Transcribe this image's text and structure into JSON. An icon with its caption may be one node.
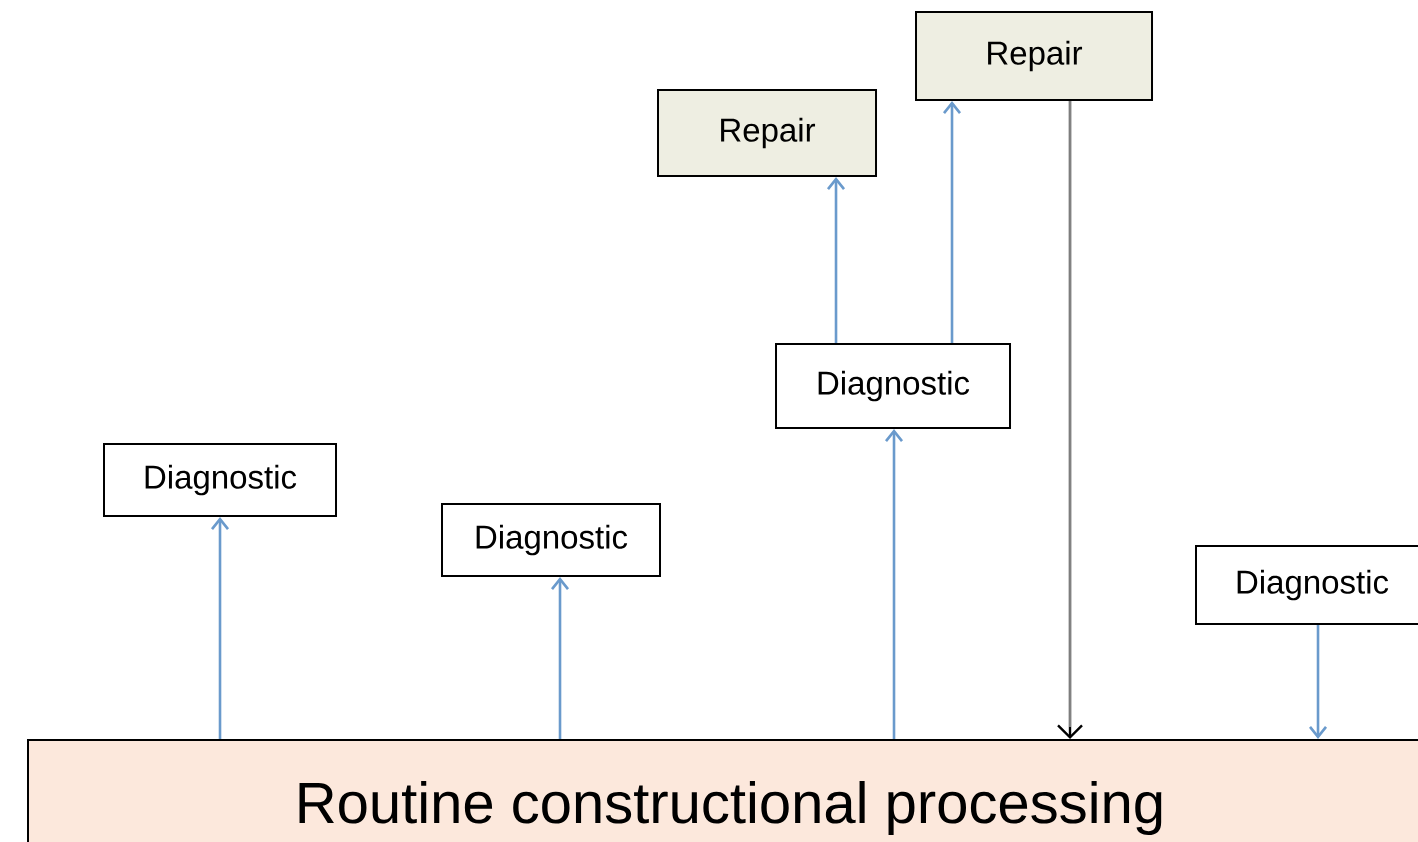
{
  "diagram": {
    "nodes": [
      {
        "text": [
          "Routine constructional processing"
        ]
      },
      {
        "text": [
          "Diagnostic"
        ]
      },
      {
        "text": [
          "Diagnostic"
        ]
      },
      {
        "text": [
          "Repair"
        ]
      },
      {
        "text": [
          "Repair"
        ]
      },
      {
        "text": [
          "Diagnostic"
        ]
      },
      {
        "text": [
          "Diagnostic"
        ]
      }
    ],
    "edges": [
      {
        "from": 0,
        "to": 1,
        "arrow": "to"
      },
      {
        "from": 0,
        "to": 2,
        "arrow": "to"
      },
      {
        "from": 0,
        "to": 5,
        "arrow": "to"
      },
      {
        "from": 5,
        "to": 3,
        "arrow": "to"
      },
      {
        "from": 5,
        "to": 4,
        "arrow": "to"
      },
      {
        "from": 4,
        "to": 0,
        "arrow": "to",
        "color": "#000000"
      },
      {
        "from": 6,
        "to": 0,
        "arrow": "to"
      }
    ]
  }
}
